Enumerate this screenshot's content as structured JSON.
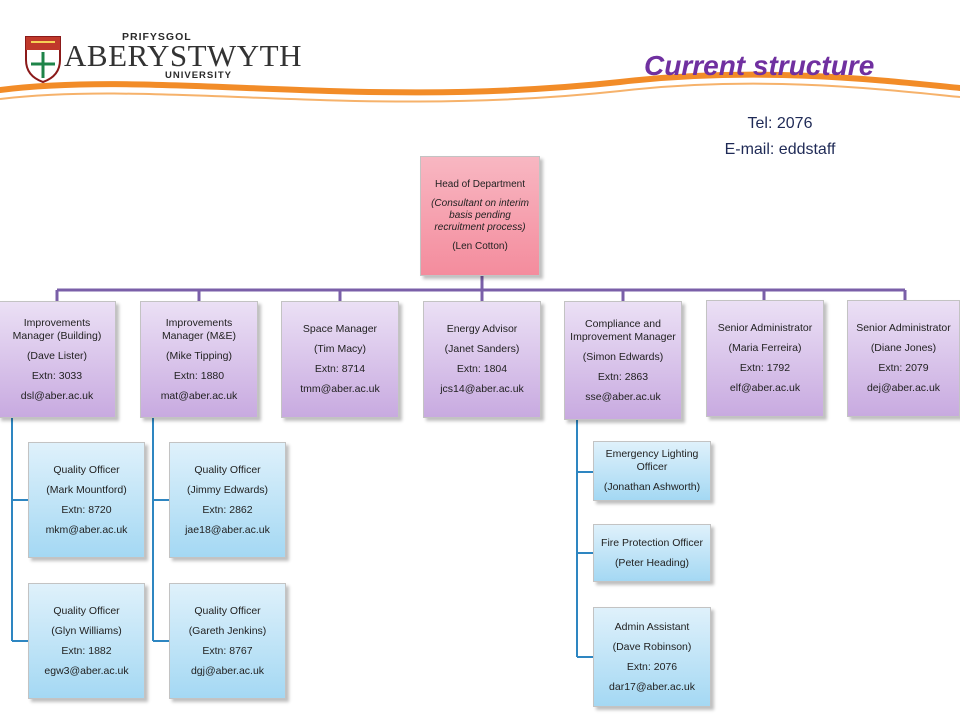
{
  "header": {
    "logo_top": "PRIFYSGOL",
    "logo_main": "ABERYSTWYTH",
    "logo_bottom": "UNIVERSITY",
    "title": "Current structure",
    "tel": "Tel:  2076",
    "email": "E-mail:  eddstaff"
  },
  "colors": {
    "title": "#7030a0",
    "connector": "#7a5fa8",
    "sub_connector": "#2e86c1",
    "head_box": "#f48c9d",
    "manager_box": "#c8aae0",
    "officer_box": "#a4d8f3",
    "swoosh": "#f28c28"
  },
  "org": {
    "head": {
      "title": "Head of Department",
      "note": "(Consultant on interim basis pending recruitment process)",
      "name": "(Len Cotton)"
    },
    "managers": [
      {
        "title": "Improvements Manager (Building)",
        "name": "(Dave Lister)",
        "extn": "Extn: 3033",
        "email": "dsl@aber.ac.uk"
      },
      {
        "title": "Improvements Manager (M&E)",
        "name": "(Mike Tipping)",
        "extn": "Extn:  1880",
        "email": "mat@aber.ac.uk"
      },
      {
        "title": "Space Manager",
        "name": "(Tim Macy)",
        "extn": "Extn:  8714",
        "email": "tmm@aber.ac.uk"
      },
      {
        "title": "Energy Advisor",
        "name": "(Janet Sanders)",
        "extn": "Extn:  1804",
        "email": "jcs14@aber.ac.uk"
      },
      {
        "title": "Compliance and Improvement Manager",
        "name": "(Simon Edwards)",
        "extn": "Extn:  2863",
        "email": "sse@aber.ac.uk"
      },
      {
        "title": "Senior Administrator",
        "name": "(Maria Ferreira)",
        "extn": "Extn:  1792",
        "email": "elf@aber.ac.uk"
      },
      {
        "title": "Senior Administrator",
        "name": "(Diane Jones)",
        "extn": "Extn:  2079",
        "email": "dej@aber.ac.uk"
      }
    ],
    "building_team": [
      {
        "title": "Quality Officer",
        "name": "(Mark Mountford)",
        "extn": "Extn:  8720",
        "email": "mkm@aber.ac.uk"
      },
      {
        "title": "Quality Officer",
        "name": "(Glyn Williams)",
        "extn": "Extn:  1882",
        "email": "egw3@aber.ac.uk"
      }
    ],
    "me_team": [
      {
        "title": "Quality Officer",
        "name": "(Jimmy Edwards)",
        "extn": "Extn:  2862",
        "email": "jae18@aber.ac.uk"
      },
      {
        "title": "Quality Officer",
        "name": "(Gareth Jenkins)",
        "extn": "Extn:  8767",
        "email": "dgj@aber.ac.uk"
      }
    ],
    "compliance_team": [
      {
        "title": "Emergency Lighting Officer",
        "name": "(Jonathan  Ashworth)"
      },
      {
        "title": "Fire Protection Officer",
        "name": "(Peter Heading)"
      },
      {
        "title": "Admin Assistant",
        "name": "(Dave Robinson)",
        "extn": "Extn:  2076",
        "email": "dar17@aber.ac.uk"
      }
    ]
  }
}
